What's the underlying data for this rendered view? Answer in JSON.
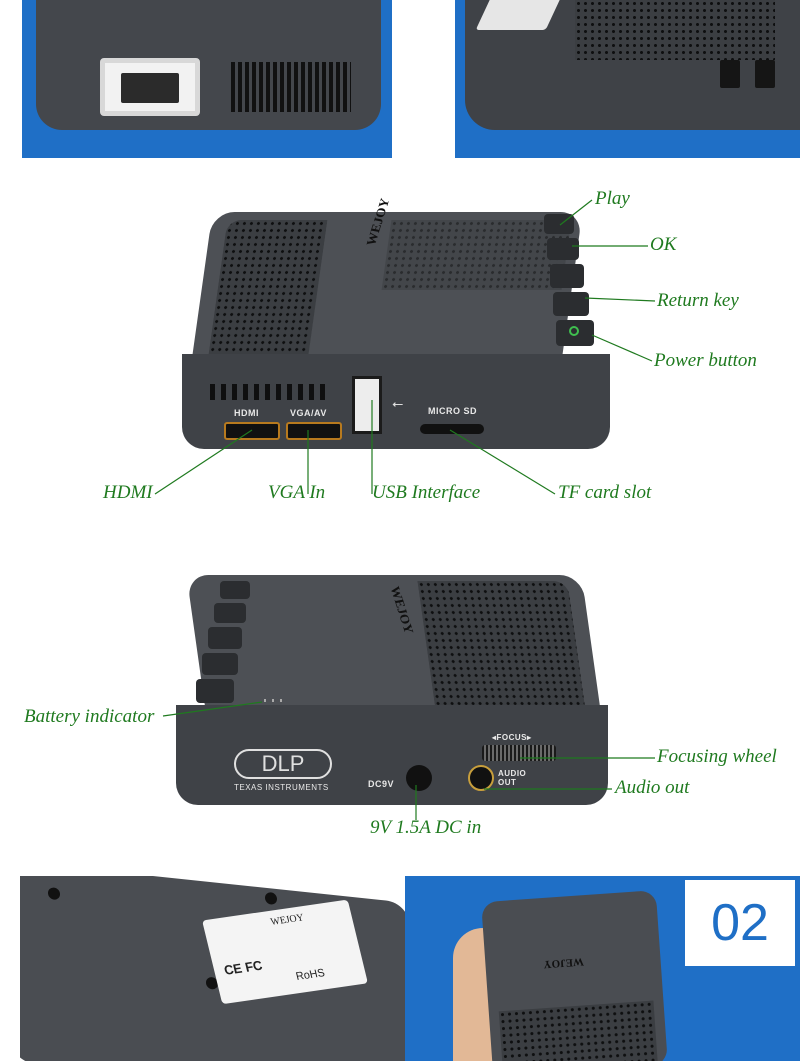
{
  "top_panel": {
    "description_color": "#1f6fc6"
  },
  "main_view": {
    "buttons_labels": {
      "play": "Play",
      "ok": "OK",
      "return_key": "Return key",
      "power_button": "Power button"
    },
    "ports_labels": {
      "hdmi": "HDMI",
      "vga_in": "VGA In",
      "usb_interface": "USB Interface",
      "tf_card_slot": "TF card slot"
    },
    "printed_on_device": {
      "hdmi": "HDMI",
      "vga_av": "VGA/AV",
      "micro_sd": "MICRO SD",
      "brand": "WEJOY"
    }
  },
  "side_view": {
    "labels": {
      "battery_indicator": "Battery indicator",
      "focusing_wheel": "Focusing wheel",
      "audio_out": "Audio out",
      "dc_in": "9V 1.5A DC in"
    },
    "printed_on_device": {
      "dlp": "DLP",
      "texas_instruments": "TEXAS INSTRUMENTS",
      "dc9v": "DC9V",
      "focus": "◂FOCUS▸",
      "audio_out": "AUDIO OUT",
      "brand": "WEJOY"
    }
  },
  "bottom_panel": {
    "number": "02",
    "sticker_ce": "CE FC",
    "rohs": "RoHS",
    "brand": "WEJOY"
  },
  "colors": {
    "label_green": "#1f7a1f",
    "accent_blue": "#1f6fc6",
    "device_gray": "#4a4d52"
  }
}
